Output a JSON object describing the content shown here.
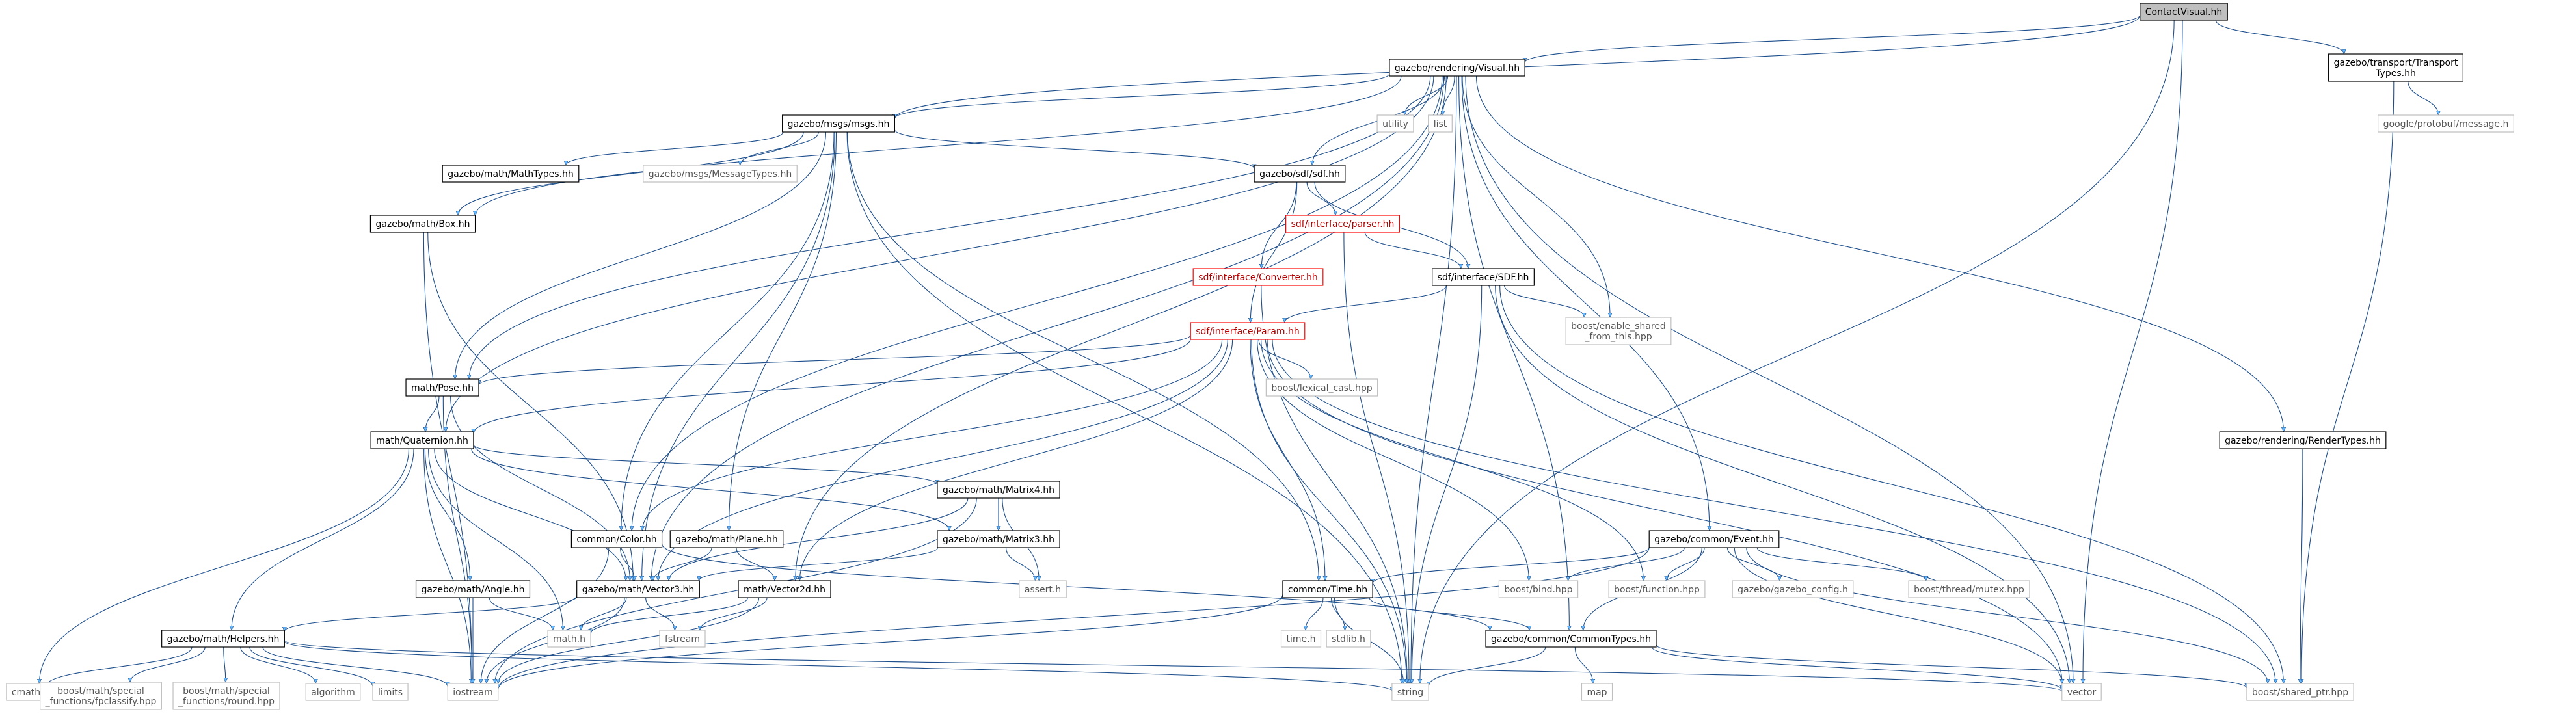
{
  "nodes": [
    {
      "id": "ContactVisual",
      "label": "ContactVisual.hh",
      "style": "root"
    },
    {
      "id": "Visual",
      "label": "gazebo/rendering/Visual.hh",
      "style": "normal"
    },
    {
      "id": "TransportTypes",
      "label": [
        "gazebo/transport/Transport",
        "Types.hh"
      ],
      "style": "normal"
    },
    {
      "id": "protobuf",
      "label": "google/protobuf/message.h",
      "style": "gray"
    },
    {
      "id": "msgs",
      "label": "gazebo/msgs/msgs.hh",
      "style": "normal"
    },
    {
      "id": "utility",
      "label": "utility",
      "style": "gray"
    },
    {
      "id": "list",
      "label": "list",
      "style": "gray"
    },
    {
      "id": "MathTypes",
      "label": "gazebo/math/MathTypes.hh",
      "style": "normal"
    },
    {
      "id": "MessageTypes",
      "label": "gazebo/msgs/MessageTypes.hh",
      "style": "gray"
    },
    {
      "id": "sdf",
      "label": "gazebo/sdf/sdf.hh",
      "style": "normal"
    },
    {
      "id": "Box",
      "label": "gazebo/math/Box.hh",
      "style": "normal"
    },
    {
      "id": "parser",
      "label": "sdf/interface/parser.hh",
      "style": "red"
    },
    {
      "id": "Converter",
      "label": "sdf/interface/Converter.hh",
      "style": "red"
    },
    {
      "id": "SDF",
      "label": "sdf/interface/SDF.hh",
      "style": "normal"
    },
    {
      "id": "enable_shared",
      "label": [
        "boost/enable_shared",
        "_from_this.hpp"
      ],
      "style": "gray"
    },
    {
      "id": "Param",
      "label": "sdf/interface/Param.hh",
      "style": "red"
    },
    {
      "id": "lexical_cast",
      "label": "boost/lexical_cast.hpp",
      "style": "gray"
    },
    {
      "id": "Pose",
      "label": "math/Pose.hh",
      "style": "normal"
    },
    {
      "id": "Quaternion",
      "label": "math/Quaternion.hh",
      "style": "normal"
    },
    {
      "id": "RenderTypes",
      "label": "gazebo/rendering/RenderTypes.hh",
      "style": "normal"
    },
    {
      "id": "Matrix4",
      "label": "gazebo/math/Matrix4.hh",
      "style": "normal"
    },
    {
      "id": "Color",
      "label": "common/Color.hh",
      "style": "normal"
    },
    {
      "id": "Plane",
      "label": "gazebo/math/Plane.hh",
      "style": "normal"
    },
    {
      "id": "Matrix3",
      "label": "gazebo/math/Matrix3.hh",
      "style": "normal"
    },
    {
      "id": "Event",
      "label": "gazebo/common/Event.hh",
      "style": "normal"
    },
    {
      "id": "Angle",
      "label": "gazebo/math/Angle.hh",
      "style": "normal"
    },
    {
      "id": "Vector3",
      "label": "gazebo/math/Vector3.hh",
      "style": "normal"
    },
    {
      "id": "Vector2d",
      "label": "math/Vector2d.hh",
      "style": "normal"
    },
    {
      "id": "assert",
      "label": "assert.h",
      "style": "gray"
    },
    {
      "id": "Time",
      "label": "common/Time.hh",
      "style": "normal"
    },
    {
      "id": "bind",
      "label": "boost/bind.hpp",
      "style": "gray"
    },
    {
      "id": "function",
      "label": "boost/function.hpp",
      "style": "gray"
    },
    {
      "id": "gazebo_config",
      "label": "gazebo/gazebo_config.h",
      "style": "gray"
    },
    {
      "id": "mutex",
      "label": "boost/thread/mutex.hpp",
      "style": "gray"
    },
    {
      "id": "Helpers",
      "label": "gazebo/math/Helpers.hh",
      "style": "normal"
    },
    {
      "id": "mathh",
      "label": "math.h",
      "style": "gray"
    },
    {
      "id": "fstream",
      "label": "fstream",
      "style": "gray"
    },
    {
      "id": "timeh",
      "label": "time.h",
      "style": "gray"
    },
    {
      "id": "stdlib",
      "label": "stdlib.h",
      "style": "gray"
    },
    {
      "id": "CommonTypes",
      "label": "gazebo/common/CommonTypes.hh",
      "style": "normal"
    },
    {
      "id": "cmath",
      "label": "cmath",
      "style": "gray"
    },
    {
      "id": "fpclassify",
      "label": [
        "boost/math/special",
        "_functions/fpclassify.hpp"
      ],
      "style": "gray"
    },
    {
      "id": "round",
      "label": [
        "boost/math/special",
        "_functions/round.hpp"
      ],
      "style": "gray"
    },
    {
      "id": "algorithm",
      "label": "algorithm",
      "style": "gray"
    },
    {
      "id": "limits",
      "label": "limits",
      "style": "gray"
    },
    {
      "id": "iostream",
      "label": "iostream",
      "style": "gray"
    },
    {
      "id": "string",
      "label": "string",
      "style": "gray"
    },
    {
      "id": "map",
      "label": "map",
      "style": "gray"
    },
    {
      "id": "vector",
      "label": "vector",
      "style": "gray"
    },
    {
      "id": "shared_ptr",
      "label": "boost/shared_ptr.hpp",
      "style": "gray"
    }
  ],
  "edges": [
    [
      "ContactVisual",
      "Visual"
    ],
    [
      "ContactVisual",
      "TransportTypes"
    ],
    [
      "ContactVisual",
      "msgs"
    ],
    [
      "ContactVisual",
      "string"
    ],
    [
      "ContactVisual",
      "vector"
    ],
    [
      "TransportTypes",
      "protobuf"
    ],
    [
      "TransportTypes",
      "shared_ptr"
    ],
    [
      "Visual",
      "msgs"
    ],
    [
      "Visual",
      "utility"
    ],
    [
      "Visual",
      "list"
    ],
    [
      "Visual",
      "sdf"
    ],
    [
      "Visual",
      "Box"
    ],
    [
      "Visual",
      "Pose"
    ],
    [
      "Visual",
      "Quaternion"
    ],
    [
      "Visual",
      "Vector3"
    ],
    [
      "Visual",
      "Vector2d"
    ],
    [
      "Visual",
      "Color"
    ],
    [
      "Visual",
      "RenderTypes"
    ],
    [
      "Visual",
      "Event"
    ],
    [
      "Visual",
      "enable_shared"
    ],
    [
      "Visual",
      "string"
    ],
    [
      "Visual",
      "vector"
    ],
    [
      "Visual",
      "CommonTypes"
    ],
    [
      "msgs",
      "MathTypes"
    ],
    [
      "msgs",
      "MessageTypes"
    ],
    [
      "msgs",
      "sdf"
    ],
    [
      "msgs",
      "Box"
    ],
    [
      "msgs",
      "Pose"
    ],
    [
      "msgs",
      "Color"
    ],
    [
      "msgs",
      "Plane"
    ],
    [
      "msgs",
      "Vector3"
    ],
    [
      "msgs",
      "Time"
    ],
    [
      "msgs",
      "string"
    ],
    [
      "sdf",
      "parser"
    ],
    [
      "sdf",
      "Converter"
    ],
    [
      "sdf",
      "SDF"
    ],
    [
      "sdf",
      "Param"
    ],
    [
      "parser",
      "SDF"
    ],
    [
      "parser",
      "string"
    ],
    [
      "Converter",
      "string"
    ],
    [
      "SDF",
      "Param"
    ],
    [
      "SDF",
      "enable_shared"
    ],
    [
      "SDF",
      "string"
    ],
    [
      "SDF",
      "vector"
    ],
    [
      "SDF",
      "shared_ptr"
    ],
    [
      "Param",
      "lexical_cast"
    ],
    [
      "Param",
      "Pose"
    ],
    [
      "Param",
      "Quaternion"
    ],
    [
      "Param",
      "Color"
    ],
    [
      "Param",
      "Vector3"
    ],
    [
      "Param",
      "Vector2d"
    ],
    [
      "Param",
      "Time"
    ],
    [
      "Param",
      "bind"
    ],
    [
      "Param",
      "function"
    ],
    [
      "Param",
      "string"
    ],
    [
      "Param",
      "vector"
    ],
    [
      "Param",
      "shared_ptr"
    ],
    [
      "Box",
      "Vector3"
    ],
    [
      "Box",
      "iostream"
    ],
    [
      "Pose",
      "Quaternion"
    ],
    [
      "Pose",
      "Vector3"
    ],
    [
      "Pose",
      "iostream"
    ],
    [
      "Quaternion",
      "Matrix4"
    ],
    [
      "Quaternion",
      "Matrix3"
    ],
    [
      "Quaternion",
      "Angle"
    ],
    [
      "Quaternion",
      "Vector3"
    ],
    [
      "Quaternion",
      "Helpers"
    ],
    [
      "Quaternion",
      "mathh"
    ],
    [
      "Quaternion",
      "iostream"
    ],
    [
      "Quaternion",
      "cmath"
    ],
    [
      "Matrix4",
      "Matrix3"
    ],
    [
      "Matrix4",
      "Vector3"
    ],
    [
      "Matrix4",
      "assert"
    ],
    [
      "Matrix4",
      "iostream"
    ],
    [
      "Matrix3",
      "Vector3"
    ],
    [
      "Matrix3",
      "assert"
    ],
    [
      "Color",
      "Vector3"
    ],
    [
      "Color",
      "CommonTypes"
    ],
    [
      "Color",
      "iostream"
    ],
    [
      "Plane",
      "Vector2d"
    ],
    [
      "Plane",
      "Vector3"
    ],
    [
      "Angle",
      "mathh"
    ],
    [
      "Angle",
      "iostream"
    ],
    [
      "Vector3",
      "Helpers"
    ],
    [
      "Vector3",
      "mathh"
    ],
    [
      "Vector3",
      "fstream"
    ],
    [
      "Vector3",
      "iostream"
    ],
    [
      "Vector2d",
      "mathh"
    ],
    [
      "Vector2d",
      "fstream"
    ],
    [
      "Vector2d",
      "iostream"
    ],
    [
      "RenderTypes",
      "shared_ptr"
    ],
    [
      "Event",
      "Time"
    ],
    [
      "Event",
      "CommonTypes"
    ],
    [
      "Event",
      "bind"
    ],
    [
      "Event",
      "function"
    ],
    [
      "Event",
      "gazebo_config"
    ],
    [
      "Event",
      "mutex"
    ],
    [
      "Event",
      "vector"
    ],
    [
      "Event",
      "shared_ptr"
    ],
    [
      "Event",
      "iostream"
    ],
    [
      "Time",
      "timeh"
    ],
    [
      "Time",
      "stdlib"
    ],
    [
      "Time",
      "string"
    ],
    [
      "Time",
      "CommonTypes"
    ],
    [
      "Time",
      "iostream"
    ],
    [
      "CommonTypes",
      "map"
    ],
    [
      "CommonTypes",
      "string"
    ],
    [
      "CommonTypes",
      "vector"
    ],
    [
      "CommonTypes",
      "shared_ptr"
    ],
    [
      "Helpers",
      "cmath"
    ],
    [
      "Helpers",
      "fpclassify"
    ],
    [
      "Helpers",
      "round"
    ],
    [
      "Helpers",
      "algorithm"
    ],
    [
      "Helpers",
      "limits"
    ],
    [
      "Helpers",
      "iostream"
    ],
    [
      "Helpers",
      "string"
    ],
    [
      "Helpers",
      "vector"
    ]
  ]
}
